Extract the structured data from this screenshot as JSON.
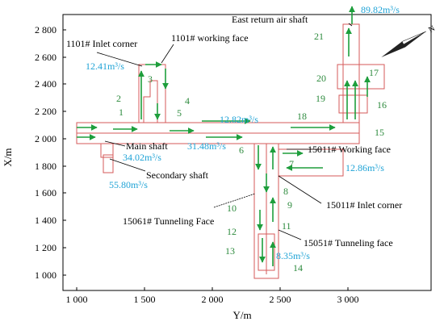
{
  "axes": {
    "x_label": "Y/m",
    "y_label": "X/m",
    "x_ticks": [
      "1 000",
      "1 500",
      "2 000",
      "2 500",
      "3 000"
    ],
    "y_ticks": [
      "2 800",
      "2 600",
      "2 400",
      "2 200",
      "2 000",
      "1 800",
      "1 600",
      "1 400",
      "1 200",
      "1 000"
    ]
  },
  "labels": {
    "east_return": "East return air shaft",
    "inlet_1101": "1101# Inlet corner",
    "working_1101": "1101# working face",
    "main_shaft": "Main shaft",
    "secondary_shaft": "Secondary shaft",
    "working_15011": "15011# Working face",
    "inlet_15011": "15011# Inlet corner",
    "tunneling_15061": "15061# Tunneling Face",
    "tunneling_15051": "15051# Tunneling face"
  },
  "flows": {
    "f_east": "89.82m³/s",
    "f_1101": "12.41m³/s",
    "f_mid": "12.82m³/s",
    "f_main1": "34.02m³/s",
    "f_main2": "31.48m³/s",
    "f_sec": "55.80m³/s",
    "f_15011": "12.86m³/s",
    "f_low": "8.35m³/s"
  },
  "points": [
    "1",
    "2",
    "3",
    "4",
    "5",
    "6",
    "7",
    "8",
    "9",
    "10",
    "11",
    "12",
    "13",
    "14",
    "15",
    "16",
    "17",
    "18",
    "19",
    "20",
    "21"
  ],
  "compass": {
    "label": "N"
  },
  "colors": {
    "duct": "#d65a5a",
    "arrow": "#1e9e3c",
    "flow_text": "#1fa3d6",
    "point_text": "#2e8b3e"
  }
}
